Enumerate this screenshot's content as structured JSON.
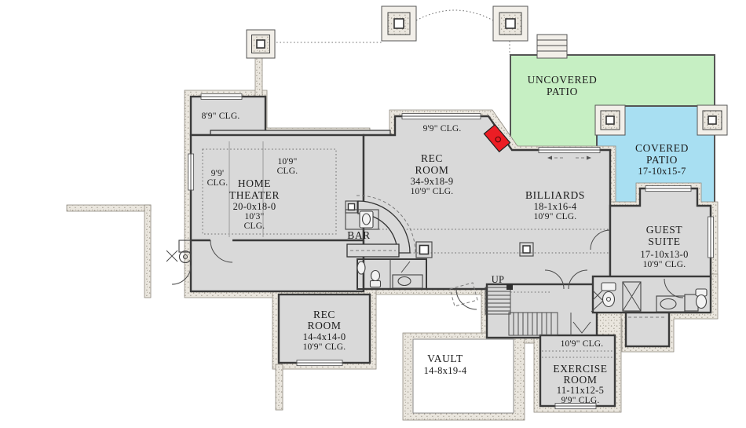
{
  "colors": {
    "room_fill": "#d9d9d9",
    "wall": "#3a3a3a",
    "foundation_fill": "#eae6de",
    "foundation_dot": "#9c968a",
    "patio_green": "#c6efc3",
    "patio_blue": "#a8dff2",
    "fireplace_red": "#ec1d24",
    "text": "#1b1b1b"
  },
  "labels": {
    "uncovered_patio": {
      "lines": [
        "UNCOVERED",
        "PATIO"
      ]
    },
    "covered_patio": {
      "lines": [
        "COVERED",
        "PATIO",
        "17-10x15-7"
      ]
    },
    "storage_clg": {
      "lines": [
        "8'9\" CLG."
      ]
    },
    "home_theater": {
      "lines": [
        "HOME",
        "THEATER",
        "20-0x18-0",
        "10'3\"",
        "CLG."
      ]
    },
    "theater_left_clg": {
      "lines": [
        "9'9'",
        "CLG."
      ]
    },
    "theater_right_clg": {
      "lines": [
        "10'9\"",
        "CLG."
      ]
    },
    "rec_room_top_clg": {
      "lines": [
        "9'9\" CLG."
      ]
    },
    "rec_room": {
      "lines": [
        "REC",
        "ROOM",
        "34-9x18-9",
        "10'9\" CLG."
      ]
    },
    "billiards": {
      "lines": [
        "BILLIARDS",
        "18-1x16-4",
        "10'9\" CLG."
      ]
    },
    "guest_suite": {
      "lines": [
        "GUEST",
        "SUITE",
        "17-10x13-0",
        "10'9\" CLG."
      ]
    },
    "bar": {
      "lines": [
        "BAR"
      ]
    },
    "stairs": {
      "lines": [
        "UP"
      ]
    },
    "rec_room_lower": {
      "lines": [
        "REC",
        "ROOM",
        "14-4x14-0",
        "10'9\" CLG."
      ]
    },
    "vault": {
      "lines": [
        "VAULT",
        "14-8x19-4"
      ]
    },
    "hall_clg": {
      "lines": [
        "10'9\" CLG."
      ]
    },
    "exercise_room": {
      "lines": [
        "EXERCISE",
        "ROOM",
        "11-11x12-5",
        "9'9\" CLG."
      ]
    }
  }
}
